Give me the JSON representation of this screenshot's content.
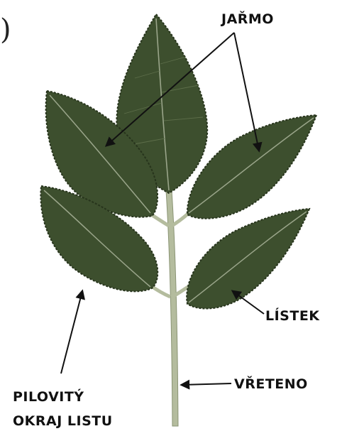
{
  "labels": {
    "jarmo": "JAŘMO",
    "listek": "LÍSTEK",
    "vreteno": "VŘETENO",
    "pilovity_line1": "PILOVITÝ",
    "pilovity_line2": "OKRAJ LISTU"
  },
  "fragment_text": ")",
  "colors": {
    "leaf": "#3d4f2e",
    "leaf_edge": "#27341c",
    "vein": "#9aa58a",
    "stem": "#b4bc9e",
    "stem_edge": "#8a9474",
    "arrow": "#111111"
  }
}
